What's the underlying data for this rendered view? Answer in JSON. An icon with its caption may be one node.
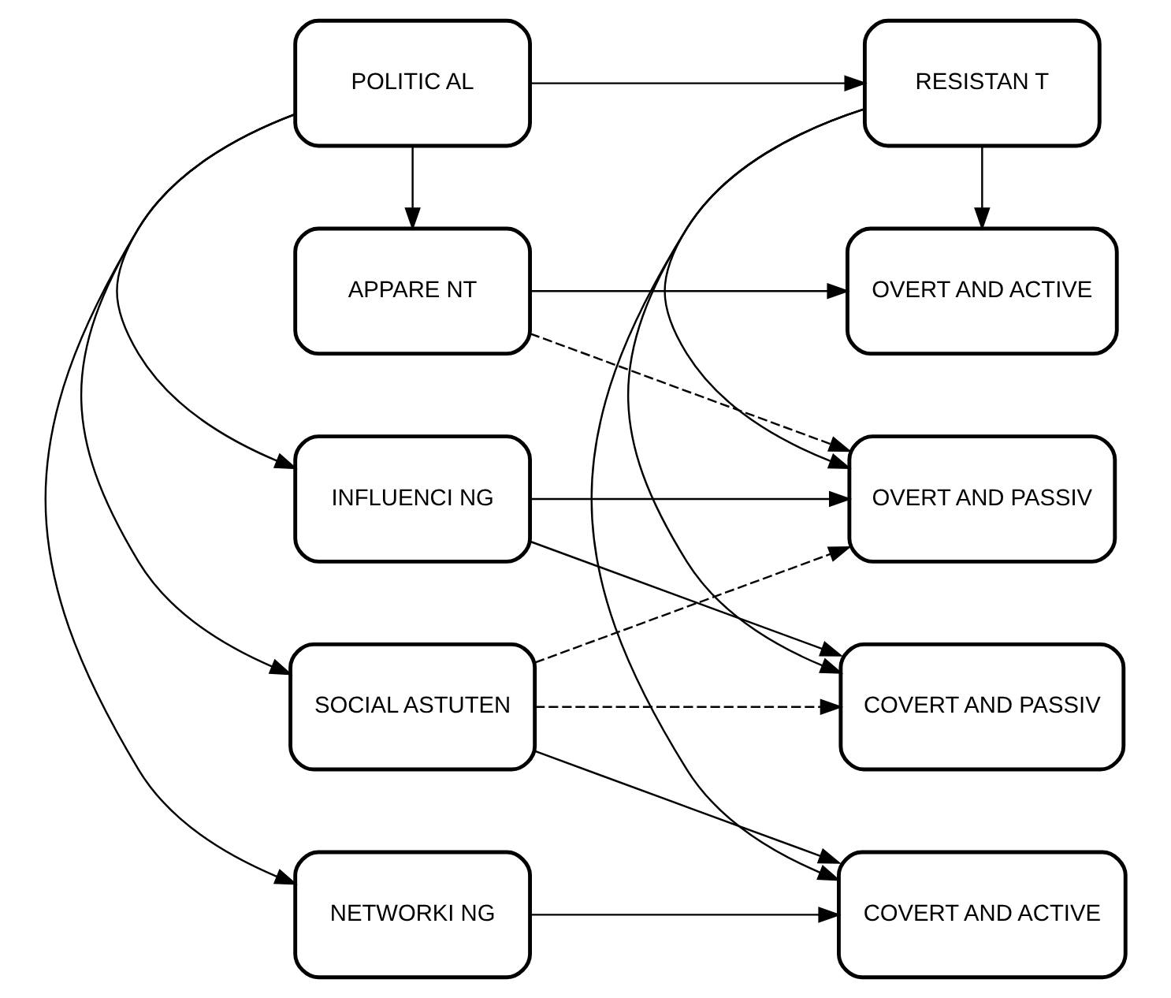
{
  "diagram": {
    "nodes": [
      {
        "text": [
          "POLITIC AL"
        ]
      },
      {
        "text": [
          "RESISTAN T"
        ]
      },
      {
        "text": [
          "SOCIAL ASTUTEN"
        ]
      },
      {
        "text": [
          "COVERT AND PASSIV"
        ]
      },
      {
        "text": [
          "NETWORKI NG"
        ]
      },
      {
        "text": [
          "COVERT AND ACTIVE"
        ]
      },
      {
        "text": [
          "INFLUENCI NG"
        ]
      },
      {
        "text": [
          "OVERT AND PASSIV"
        ]
      },
      {
        "text": [
          "APPARE NT"
        ]
      },
      {
        "text": [
          "OVERT AND ACTIVE"
        ]
      }
    ],
    "edges": [
      {
        "from": 0,
        "to": 1,
        "arrow": "to"
      },
      {
        "from": 0,
        "to": 2,
        "arrow": "to"
      },
      {
        "from": 0,
        "to": 4,
        "arrow": "to"
      },
      {
        "from": 0,
        "to": 6,
        "arrow": "to"
      },
      {
        "from": 0,
        "to": 8,
        "arrow": "to"
      },
      {
        "from": 1,
        "to": 3,
        "arrow": "to"
      },
      {
        "from": 1,
        "to": 5,
        "arrow": "to"
      },
      {
        "from": 1,
        "to": 7,
        "arrow": "to"
      },
      {
        "from": 1,
        "to": 9,
        "arrow": "to"
      },
      {
        "from": 2,
        "to": 3,
        "arrow": "to",
        "style": "dashed"
      },
      {
        "from": 2,
        "to": 5,
        "arrow": "to"
      },
      {
        "from": 2,
        "to": 7,
        "arrow": "to",
        "style": "dashed"
      },
      {
        "from": 4,
        "to": 5,
        "arrow": "to"
      },
      {
        "from": 6,
        "to": 3,
        "arrow": "to"
      },
      {
        "from": 6,
        "to": 7,
        "arrow": "to"
      },
      {
        "from": 8,
        "to": 7,
        "arrow": "to",
        "style": "dashed"
      },
      {
        "from": 8,
        "to": 9,
        "arrow": "to"
      }
    ]
  }
}
